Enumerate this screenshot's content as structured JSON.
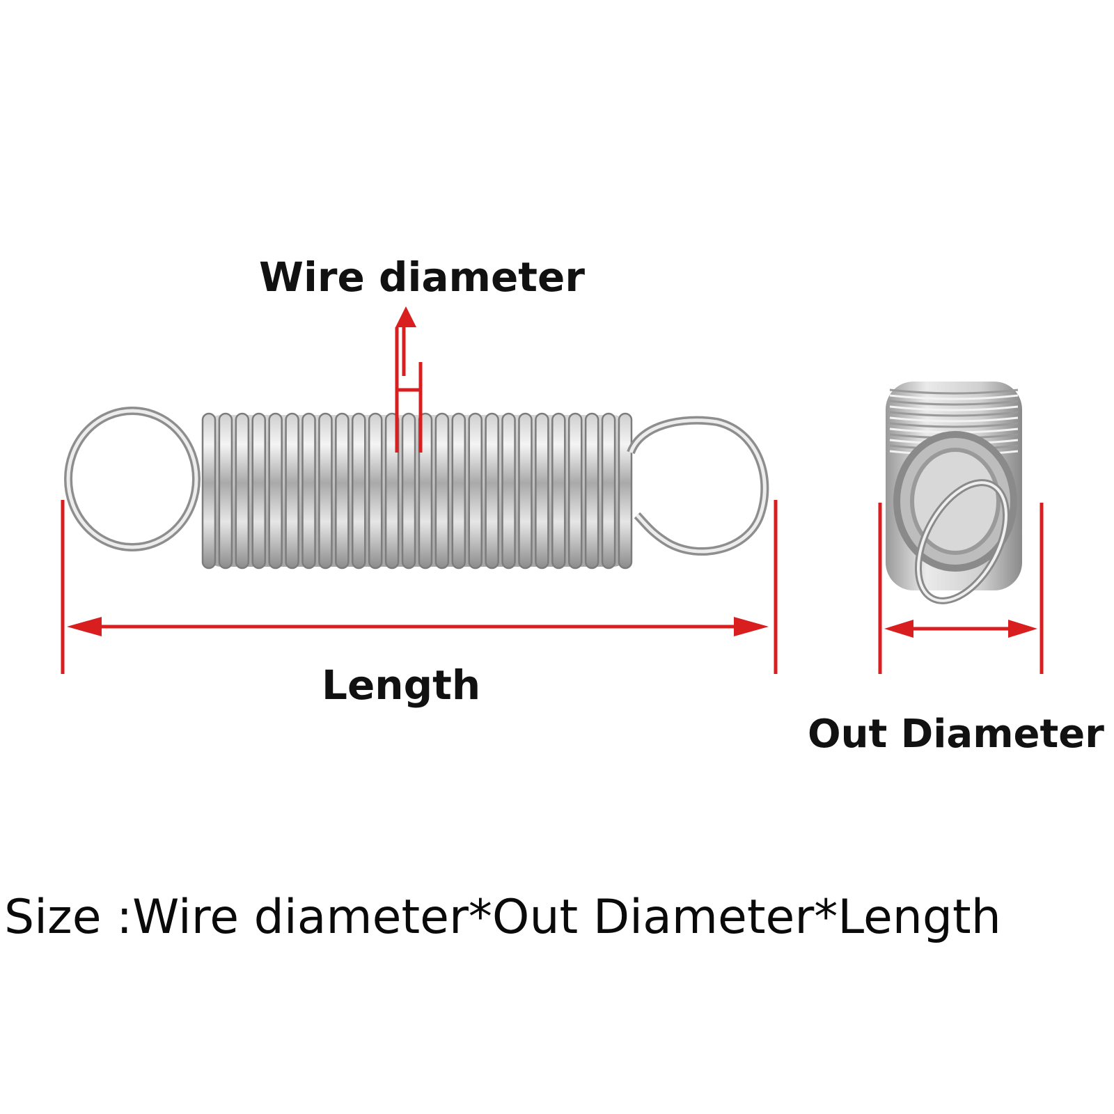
{
  "labels": {
    "wire_diameter": "Wire diameter",
    "length": "Length",
    "out_diameter": "Out Diameter",
    "size_formula": "Size :Wire diameter*Out Diameter*Length"
  },
  "colors": {
    "background": "#ffffff",
    "dimension_line": "#d81e1e",
    "text": "#111111",
    "steel_light": "#eeeeee",
    "steel_dark": "#7c7c7c"
  },
  "objects": {
    "main_spring": "extension-spring-side-view",
    "end_view": "extension-spring-end-view"
  }
}
